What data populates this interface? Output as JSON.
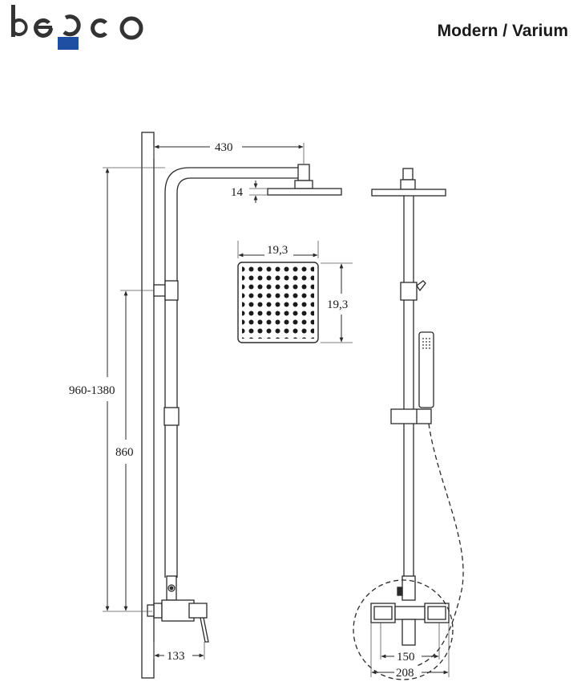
{
  "header": {
    "brand": "besco",
    "model": "Modern / Varium"
  },
  "colors": {
    "brand_text": "#333333",
    "brand_accent": "#1f4fa3",
    "line": "#2a2a2a"
  },
  "icons": [
    "besco-logo",
    "shower-system-side-view",
    "rain-shower-head-top-view",
    "shower-system-front-view"
  ],
  "dimensions": {
    "head_arm": "430",
    "head_thickness": "14",
    "head_width": "19,3",
    "head_depth": "19,3",
    "total_height": "960-1380",
    "mixer_height": "860",
    "mixer_depth": "133",
    "mixer_width": "150",
    "mixer_outer": "208"
  }
}
